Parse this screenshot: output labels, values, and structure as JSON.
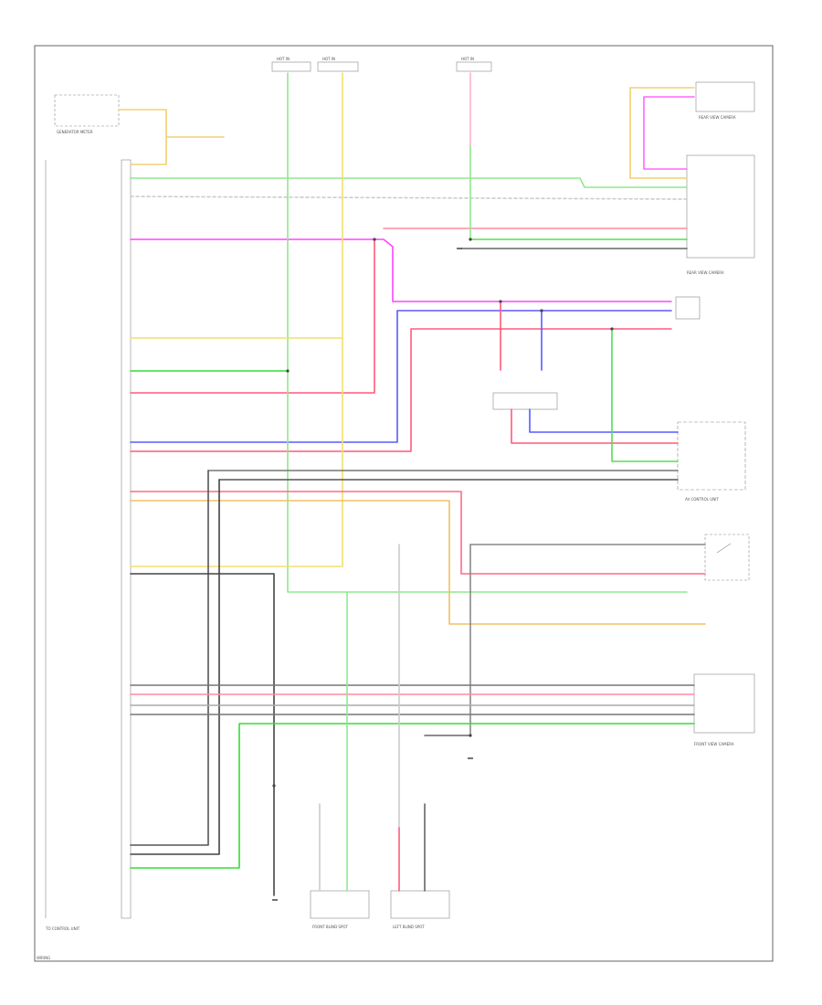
{
  "diagram": {
    "colors": {
      "green": "#8fe88f",
      "bright_green": "#33dd33",
      "magenta": "#ff44ff",
      "red": "#ff5a7a",
      "blue": "#5a5aff",
      "yellow": "#f0e060",
      "orange": "#f0c060",
      "dark": "#666666",
      "pink": "#ffb0d0",
      "gray": "#bbbbbb"
    },
    "components": [
      {
        "id": "generator-meter",
        "label": "GENERATOR METER"
      },
      {
        "id": "main-unit",
        "label": "TO CONTROL UNIT"
      },
      {
        "id": "rear-cam-upper",
        "label": "REAR VIEW CAMERA"
      },
      {
        "id": "rear-cam-mid",
        "label": "REAR VIEW CAMERA"
      },
      {
        "id": "junction-unit",
        "label": ""
      },
      {
        "id": "nav-control-unit",
        "label": "AV CONTROL UNIT"
      },
      {
        "id": "right-lower-unit",
        "label": "FRONT VIEW CAMERA"
      },
      {
        "id": "bottom-left-box",
        "label": "FRONT BLIND SPOT"
      },
      {
        "id": "bottom-right-box",
        "label": "LEFT BLIND SPOT"
      }
    ],
    "footer": "WIRING"
  }
}
